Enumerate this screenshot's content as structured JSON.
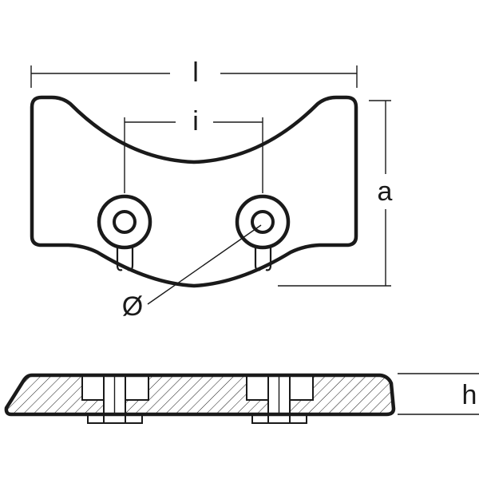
{
  "labels": {
    "length": "l",
    "hole_spacing": "i",
    "width": "a",
    "diameter": "Ø",
    "height": "h"
  }
}
